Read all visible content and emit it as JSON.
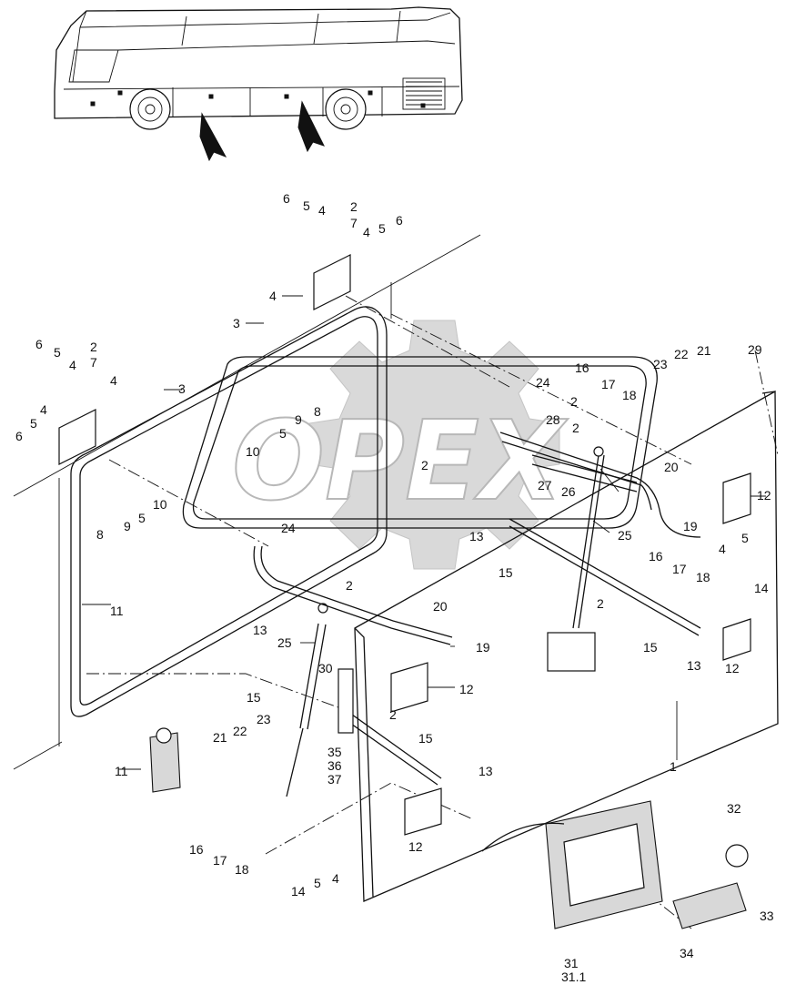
{
  "diagram": {
    "watermark_text": "OPEX",
    "callouts": [
      {
        "id": "c6a",
        "label": "6"
      },
      {
        "id": "c5a",
        "label": "5"
      },
      {
        "id": "c4a",
        "label": "4"
      },
      {
        "id": "c2a",
        "label": "2"
      },
      {
        "id": "c7a",
        "label": "7"
      },
      {
        "id": "c4b",
        "label": "4"
      },
      {
        "id": "c5b",
        "label": "5"
      },
      {
        "id": "c6b",
        "label": "6"
      },
      {
        "id": "c4c",
        "label": "4"
      },
      {
        "id": "c3a",
        "label": "3"
      },
      {
        "id": "c6c",
        "label": "6"
      },
      {
        "id": "c5c",
        "label": "5"
      },
      {
        "id": "c4d",
        "label": "4"
      },
      {
        "id": "c2b",
        "label": "2"
      },
      {
        "id": "c7b",
        "label": "7"
      },
      {
        "id": "c4e",
        "label": "4"
      },
      {
        "id": "c3b",
        "label": "3"
      },
      {
        "id": "c4f",
        "label": "4"
      },
      {
        "id": "c5d",
        "label": "5"
      },
      {
        "id": "c6d",
        "label": "6"
      },
      {
        "id": "c8a",
        "label": "8"
      },
      {
        "id": "c9a",
        "label": "9"
      },
      {
        "id": "c5e",
        "label": "5"
      },
      {
        "id": "c10a",
        "label": "10"
      },
      {
        "id": "c10b",
        "label": "10"
      },
      {
        "id": "c8b",
        "label": "8"
      },
      {
        "id": "c9b",
        "label": "9"
      },
      {
        "id": "c5f",
        "label": "5"
      },
      {
        "id": "c11a",
        "label": "11"
      },
      {
        "id": "c24a",
        "label": "24"
      },
      {
        "id": "c24b",
        "label": "24"
      },
      {
        "id": "c16a",
        "label": "16"
      },
      {
        "id": "c17a",
        "label": "17"
      },
      {
        "id": "c18a",
        "label": "18"
      },
      {
        "id": "c23a",
        "label": "23"
      },
      {
        "id": "c22a",
        "label": "22"
      },
      {
        "id": "c21a",
        "label": "21"
      },
      {
        "id": "c29",
        "label": "29"
      },
      {
        "id": "c28",
        "label": "28"
      },
      {
        "id": "c2c",
        "label": "2"
      },
      {
        "id": "c2d",
        "label": "2"
      },
      {
        "id": "c2e",
        "label": "2"
      },
      {
        "id": "c27",
        "label": "27"
      },
      {
        "id": "c26",
        "label": "26"
      },
      {
        "id": "c20a",
        "label": "20"
      },
      {
        "id": "c12a",
        "label": "12"
      },
      {
        "id": "c19a",
        "label": "19"
      },
      {
        "id": "c25a",
        "label": "25"
      },
      {
        "id": "c13a",
        "label": "13"
      },
      {
        "id": "c15a",
        "label": "15"
      },
      {
        "id": "c2f",
        "label": "2"
      },
      {
        "id": "c20b",
        "label": "20"
      },
      {
        "id": "c19b",
        "label": "19"
      },
      {
        "id": "c25b",
        "label": "25"
      },
      {
        "id": "c13b",
        "label": "13"
      },
      {
        "id": "c15b",
        "label": "15"
      },
      {
        "id": "c30",
        "label": "30"
      },
      {
        "id": "c12b",
        "label": "12"
      },
      {
        "id": "c16b",
        "label": "16"
      },
      {
        "id": "c17b",
        "label": "17"
      },
      {
        "id": "c18b",
        "label": "18"
      },
      {
        "id": "c4g",
        "label": "4"
      },
      {
        "id": "c5g",
        "label": "5"
      },
      {
        "id": "c14a",
        "label": "14"
      },
      {
        "id": "c2g",
        "label": "2"
      },
      {
        "id": "c15c",
        "label": "15"
      },
      {
        "id": "c12c",
        "label": "12"
      },
      {
        "id": "c13c",
        "label": "13"
      },
      {
        "id": "c1",
        "label": "1"
      },
      {
        "id": "c35",
        "label": "35"
      },
      {
        "id": "c36",
        "label": "36"
      },
      {
        "id": "c37",
        "label": "37"
      },
      {
        "id": "c21b",
        "label": "21"
      },
      {
        "id": "c22b",
        "label": "22"
      },
      {
        "id": "c23b",
        "label": "23"
      },
      {
        "id": "c2h",
        "label": "2"
      },
      {
        "id": "c15d",
        "label": "15"
      },
      {
        "id": "c13d",
        "label": "13"
      },
      {
        "id": "c11b",
        "label": "11"
      },
      {
        "id": "c16c",
        "label": "16"
      },
      {
        "id": "c17c",
        "label": "17"
      },
      {
        "id": "c18c",
        "label": "18"
      },
      {
        "id": "c12d",
        "label": "12"
      },
      {
        "id": "c14b",
        "label": "14"
      },
      {
        "id": "c5h",
        "label": "5"
      },
      {
        "id": "c4h",
        "label": "4"
      },
      {
        "id": "c32",
        "label": "32"
      },
      {
        "id": "c33",
        "label": "33"
      },
      {
        "id": "c34",
        "label": "34"
      },
      {
        "id": "c31",
        "label": "31"
      },
      {
        "id": "c311",
        "label": "31.1"
      }
    ]
  }
}
